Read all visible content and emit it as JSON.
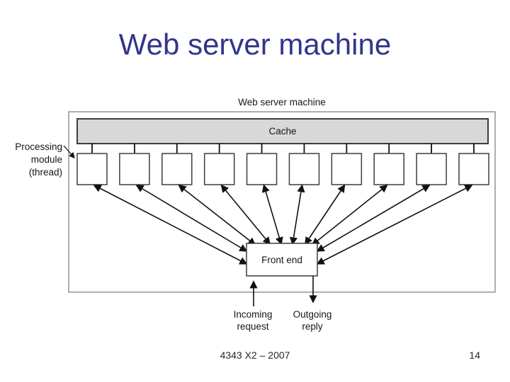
{
  "slide": {
    "title": "Web server machine",
    "footer_text": "4343 X2 – 2007",
    "page_number": "14"
  },
  "diagram": {
    "machine_label": "Web server machine",
    "cache_label": "Cache",
    "front_end_label": "Front end",
    "processing_module_label_lines": [
      "Processing",
      "module",
      "(thread)"
    ],
    "incoming_label_lines": [
      "Incoming",
      "request"
    ],
    "outgoing_label_lines": [
      "Outgoing",
      "reply"
    ],
    "thread_count": 10,
    "colors": {
      "title_text": "#31358B",
      "cache_fill": "#D8D8D8",
      "line": "#111111"
    }
  }
}
